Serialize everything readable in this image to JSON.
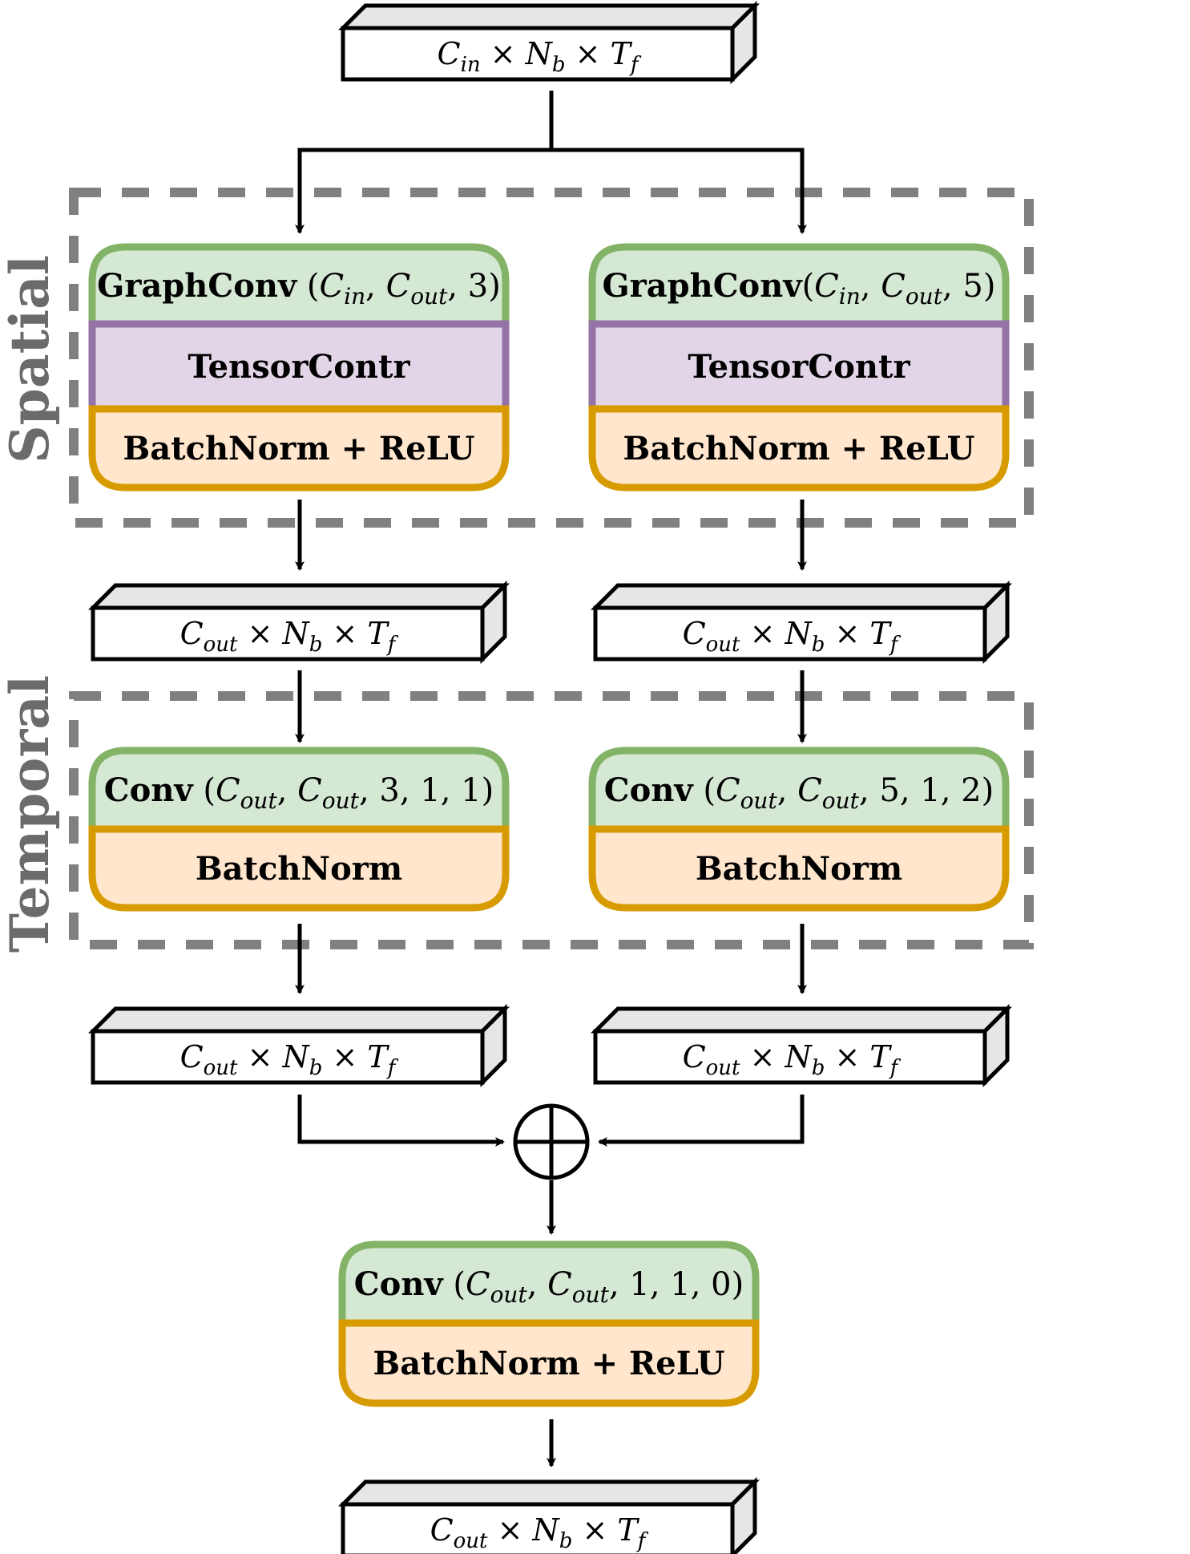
{
  "labels": {
    "spatial": "Spatial",
    "temporal": "Temporal"
  },
  "tensors": {
    "input": {
      "base": "C",
      "base_sub": "in",
      "mid": "N",
      "mid_sub": "b",
      "last": "T",
      "last_sub": "f"
    },
    "spatial_out_left": {
      "base": "C",
      "base_sub": "out",
      "mid": "N",
      "mid_sub": "b",
      "last": "T",
      "last_sub": "f"
    },
    "spatial_out_right": {
      "base": "C",
      "base_sub": "out",
      "mid": "N",
      "mid_sub": "b",
      "last": "T",
      "last_sub": "f"
    },
    "temporal_out_left": {
      "base": "C",
      "base_sub": "out",
      "mid": "N",
      "mid_sub": "b",
      "last": "T",
      "last_sub": "f"
    },
    "temporal_out_right": {
      "base": "C",
      "base_sub": "out",
      "mid": "N",
      "mid_sub": "b",
      "last": "T",
      "last_sub": "f"
    },
    "output": {
      "base": "C",
      "base_sub": "out",
      "mid": "N",
      "mid_sub": "b",
      "last": "T",
      "last_sub": "f"
    }
  },
  "blocks": {
    "spatial_left": {
      "graphconv": {
        "name": "GraphConv",
        "open": " (",
        "a": "C",
        "a_sub": "in",
        "b": "C",
        "b_sub": "out",
        "rest": ", 3)"
      },
      "tensorcontr": "TensorContr",
      "bnrelu": "BatchNorm + ReLU"
    },
    "spatial_right": {
      "graphconv": {
        "name": "GraphConv",
        "open": "(",
        "a": "C",
        "a_sub": "in",
        "b": "C",
        "b_sub": "out",
        "rest": ", 5)"
      },
      "tensorcontr": "TensorContr",
      "bnrelu": "BatchNorm + ReLU"
    },
    "temporal_left": {
      "conv": {
        "name": "Conv",
        "open": " (",
        "a": "C",
        "a_sub": "out",
        "b": "C",
        "b_sub": "out",
        "rest": ", 3, 1, 1)"
      },
      "bn": "BatchNorm"
    },
    "temporal_right": {
      "conv": {
        "name": "Conv",
        "open": " (",
        "a": "C",
        "a_sub": "out",
        "b": "C",
        "b_sub": "out",
        "rest": ", 5, 1, 2)"
      },
      "bn": "BatchNorm"
    },
    "final": {
      "conv": {
        "name": "Conv",
        "open": " (",
        "a": "C",
        "a_sub": "out",
        "b": "C",
        "b_sub": "out",
        "rest": ", 1, 1, 0)"
      },
      "bnrelu": "BatchNorm + ReLU"
    }
  },
  "symbols": {
    "times": "×",
    "comma": ", ",
    "sum_node": "⊕"
  },
  "colors": {
    "green_fill": "#d5e8d4",
    "green_stroke": "#82b366",
    "purple_fill": "#e1d5e7",
    "purple_stroke": "#9673a6",
    "orange_fill": "#ffe6cc",
    "orange_stroke": "#d79b00",
    "dash_gray": "#808080",
    "label_gray": "#6b6b6b"
  }
}
